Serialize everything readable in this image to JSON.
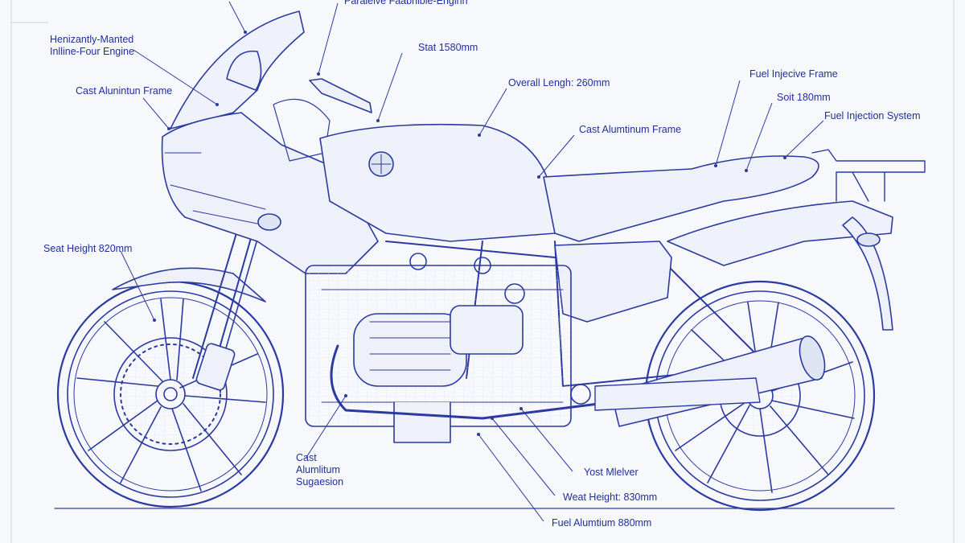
{
  "labels": {
    "top_partial": "Paralelve Faabriible-Enginn",
    "engine_line1": "Henizantly-Manted",
    "engine_line2": "Inlline-Four Engine",
    "frame_left": "Cast Alunintun Frame",
    "seat_top": "Stat 1580mm",
    "overall_length": "Overall Lengh: 260mm",
    "frame_center": "Cast Alumtinum Frame",
    "fuel_injective": "Fuel Injecive Frame",
    "soit": "Soit 180mm",
    "fuel_injection_system": "Fuel Injection System",
    "seat_height": "Seat Height 820mm",
    "suspension_line1": "Cast",
    "suspension_line2": "Alumlitum",
    "suspension_line3": "Sugaesion",
    "yost_muffler": "Yost Mlelver",
    "weat_height": "Weat Height: 830mm",
    "fuel_alumtium": "Fuel Alumtium 880mm"
  },
  "colors": {
    "ink": "#1f2f9a",
    "paper": "#f7f8fc",
    "grid": "#dfe4f3"
  }
}
